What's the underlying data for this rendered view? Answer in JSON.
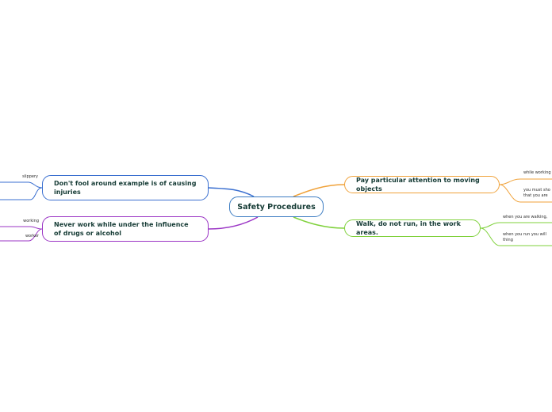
{
  "colors": {
    "central": "#3c7cc2",
    "fool": "#3a6fd0",
    "drugs": "#9b35c5",
    "moving": "#f0a23a",
    "walk": "#7fd13b"
  },
  "central": {
    "label": "Safety Procedures"
  },
  "topics": {
    "fool": {
      "label": "Don't fool around example is of causing injuries",
      "subtopics": [
        "slippery",
        ""
      ]
    },
    "drugs": {
      "label": "Never work while under the influence of drugs or alcohol",
      "subtopics": [
        "working",
        "worker"
      ]
    },
    "moving": {
      "label": "Pay particular attention to moving objects",
      "subtopics": [
        "while working",
        "you must sho",
        "that you are"
      ]
    },
    "walk": {
      "label": "Walk, do not run, in the work areas.",
      "subtopics": [
        "when you are walking,",
        "when you run you will",
        "thing"
      ]
    }
  }
}
